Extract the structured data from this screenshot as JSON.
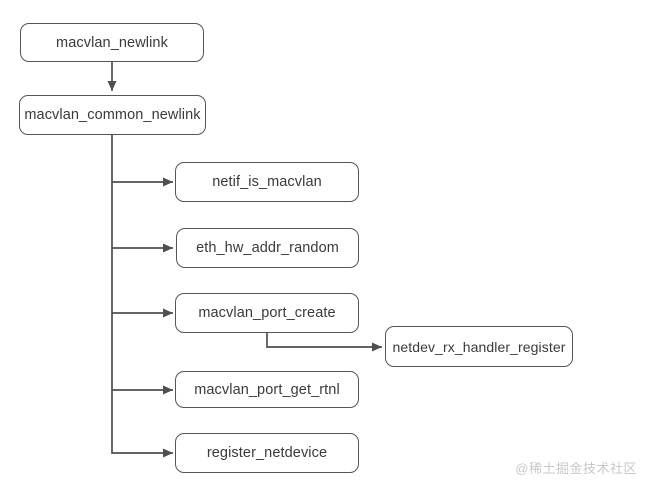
{
  "diagram": {
    "type": "flowchart",
    "nodes": [
      {
        "id": "macvlan_newlink",
        "label": "macvlan_newlink"
      },
      {
        "id": "macvlan_common_newlink",
        "label": "macvlan_common_newlink"
      },
      {
        "id": "netif_is_macvlan",
        "label": "netif_is_macvlan"
      },
      {
        "id": "eth_hw_addr_random",
        "label": "eth_hw_addr_random"
      },
      {
        "id": "macvlan_port_create",
        "label": "macvlan_port_create"
      },
      {
        "id": "netdev_rx_handler_register",
        "label": "netdev_rx_handler_register"
      },
      {
        "id": "macvlan_port_get_rtnl",
        "label": "macvlan_port_get_rtnl"
      },
      {
        "id": "register_netdevice",
        "label": "register_netdevice"
      }
    ],
    "edges": [
      {
        "from": "macvlan_newlink",
        "to": "macvlan_common_newlink"
      },
      {
        "from": "macvlan_common_newlink",
        "to": "netif_is_macvlan"
      },
      {
        "from": "macvlan_common_newlink",
        "to": "eth_hw_addr_random"
      },
      {
        "from": "macvlan_common_newlink",
        "to": "macvlan_port_create"
      },
      {
        "from": "macvlan_port_create",
        "to": "netdev_rx_handler_register"
      },
      {
        "from": "macvlan_common_newlink",
        "to": "macvlan_port_get_rtnl"
      },
      {
        "from": "macvlan_common_newlink",
        "to": "register_netdevice"
      }
    ],
    "colors": {
      "stroke": "#4f4f4f",
      "node_border": "#565656",
      "text": "#3a3a3a",
      "background": "#ffffff",
      "watermark": "#c8c8c8"
    },
    "watermark": "@稀土掘金技术社区"
  }
}
